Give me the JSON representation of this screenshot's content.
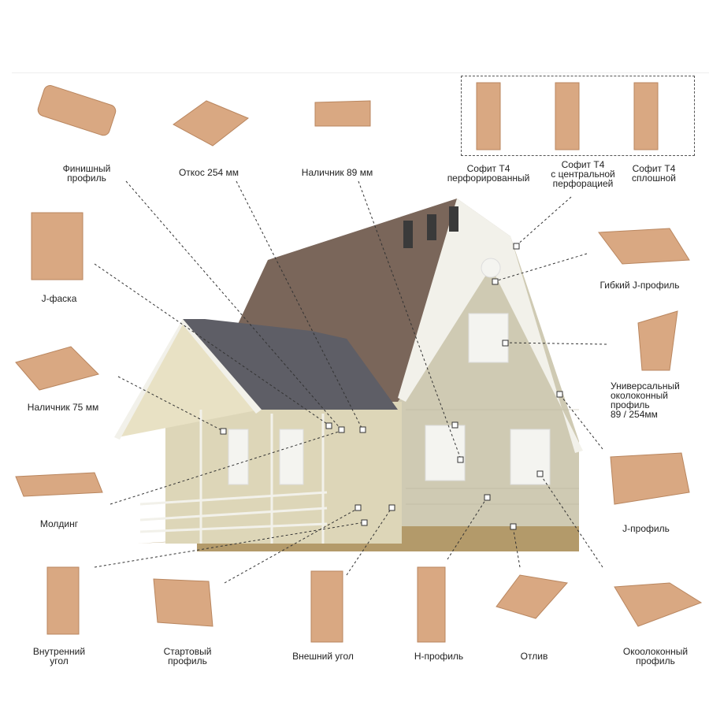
{
  "labels": {
    "finish_profile": [
      "Финишный",
      "профиль"
    ],
    "otkos": "Откос 254 мм",
    "nalichnik89": "Наличник 89 мм",
    "sofit_perf": [
      "Софит Т4",
      "перфорированный"
    ],
    "sofit_central": [
      "Софит Т4",
      "с центральной",
      "перфорацией"
    ],
    "sofit_solid": [
      "Софит Т4",
      "сплошной"
    ],
    "flex_j": "Гибкий J-профиль",
    "j_faska": "J-фаска",
    "universal": [
      "Универсальный",
      "околоконный",
      "профиль",
      "89 / 254мм"
    ],
    "nalichnik75": "Наличник 75 мм",
    "molding": "Молдинг",
    "j_profile": "J-профиль",
    "inner_corner": [
      "Внутренний",
      "угол"
    ],
    "starter": [
      "Стартовый",
      "профиль"
    ],
    "outer_corner": "Внешний угол",
    "h_profile": "Н-профиль",
    "otliv": "Отлив",
    "window_profile": [
      "Окоолоконный",
      "профиль"
    ]
  },
  "colors": {
    "product": "#d9a882",
    "product_dark": "#b9865f",
    "roof": "#6b5a4e",
    "wall": "#cfcab3",
    "trim": "#f2f1ea",
    "brick": "#b39a6a"
  }
}
